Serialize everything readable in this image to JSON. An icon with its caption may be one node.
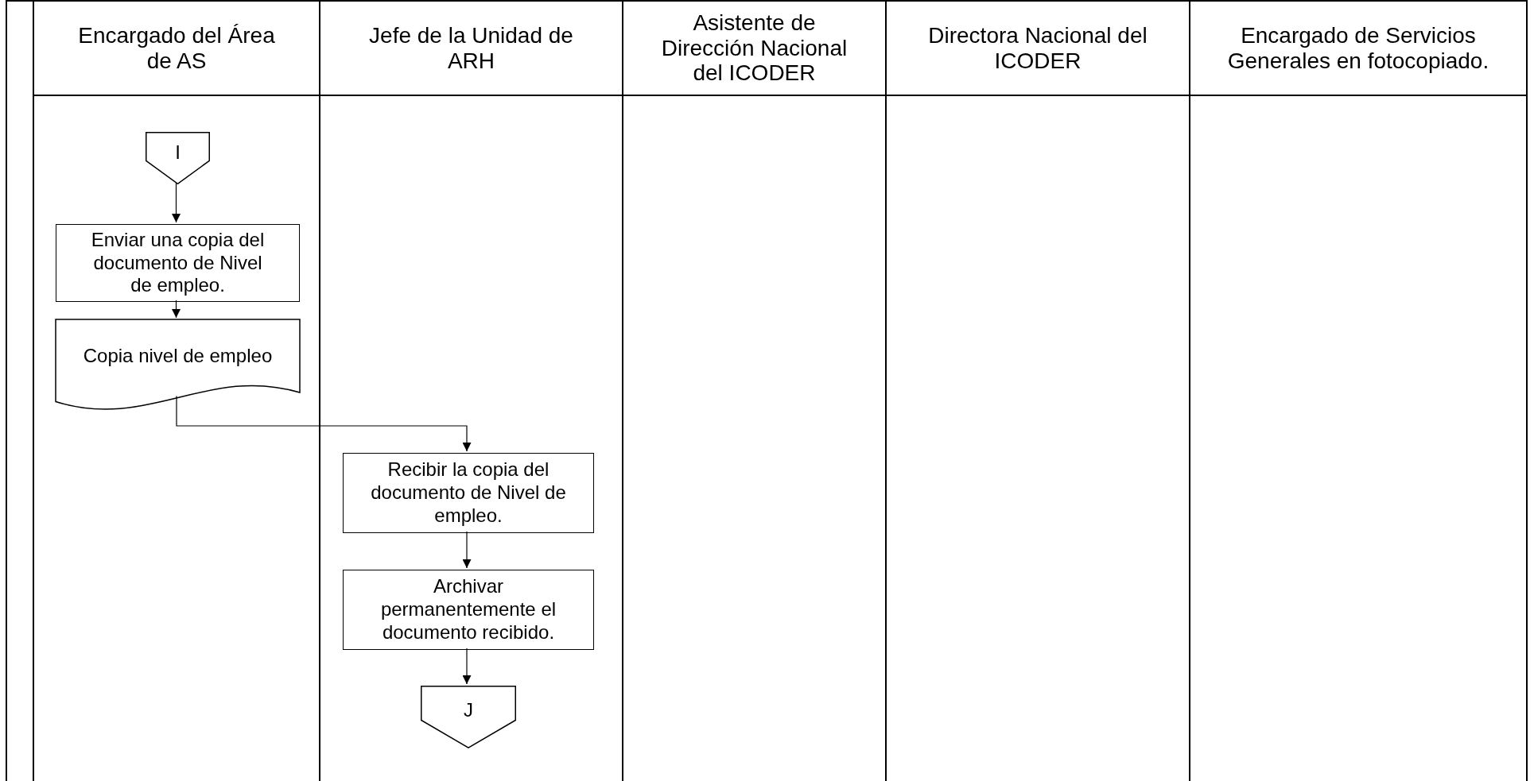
{
  "diagram": {
    "nodes": [
      {
        "text": [
          "Encargado del Área de AS"
        ]
      },
      {
        "text": [
          "Jefe de la Unidad de ARH"
        ]
      },
      {
        "text": [
          "Asistente de Dirección Nacional del ICODER"
        ]
      },
      {
        "text": [
          "Directora Nacional del ICODER"
        ]
      },
      {
        "text": [
          "Encargado de Servicios Generales en fotocopiado."
        ]
      },
      {
        "text": [
          "I"
        ],
        "in": 0
      },
      {
        "text": [
          "Enviar una copia del documento de Nivel de empleo."
        ],
        "in": 0
      },
      {
        "text": [
          "Copia nivel de empleo"
        ],
        "in": 0
      },
      {
        "text": [
          "Recibir la copia del documento de Nivel de empleo."
        ],
        "in": 1
      },
      {
        "text": [
          "Archivar permanentemente el documento recibido."
        ],
        "in": 1
      },
      {
        "text": [
          "J"
        ],
        "in": 1
      }
    ],
    "edges": [
      {
        "from": 5,
        "to": 6,
        "arrow": "to"
      },
      {
        "from": 6,
        "to": 7,
        "arrow": "to"
      },
      {
        "from": 7,
        "to": 8,
        "arrow": "to"
      },
      {
        "from": 8,
        "to": 9,
        "arrow": "to"
      },
      {
        "from": 9,
        "to": 10,
        "arrow": "to"
      }
    ]
  }
}
